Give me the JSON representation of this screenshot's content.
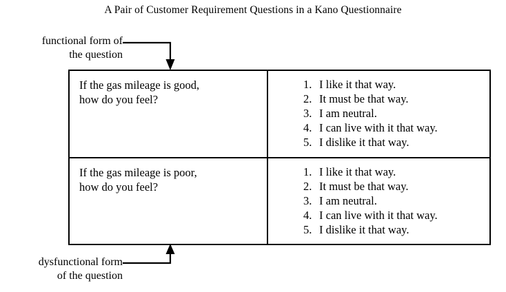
{
  "title": "A Pair of Customer Requirement Questions in a Kano Questionnaire",
  "labels": {
    "functional": {
      "line1": "functional form of",
      "line2": "the question"
    },
    "dysfunctional": {
      "line1": "dysfunctional form",
      "line2": "of the question"
    }
  },
  "table": {
    "rows": [
      {
        "key": "functional",
        "question": {
          "line1": "If the gas mileage is good,",
          "line2": "how do you feel?"
        },
        "answers": [
          {
            "num": "1.",
            "text": "I like it that way."
          },
          {
            "num": "2.",
            "text": "It must be that way."
          },
          {
            "num": "3.",
            "text": "I am neutral."
          },
          {
            "num": "4.",
            "text": "I can live with it that way."
          },
          {
            "num": "5.",
            "text": "I dislike it that way."
          }
        ]
      },
      {
        "key": "dysfunctional",
        "question": {
          "line1": "If the gas mileage is poor,",
          "line2": "how do you feel?"
        },
        "answers": [
          {
            "num": "1.",
            "text": "I like it that way."
          },
          {
            "num": "2.",
            "text": "It must be that way."
          },
          {
            "num": "3.",
            "text": "I am neutral."
          },
          {
            "num": "4.",
            "text": "I can live with it that way."
          },
          {
            "num": "5.",
            "text": "I dislike it that way."
          }
        ]
      }
    ]
  },
  "colors": {
    "ink": "#000000",
    "background": "#ffffff"
  }
}
